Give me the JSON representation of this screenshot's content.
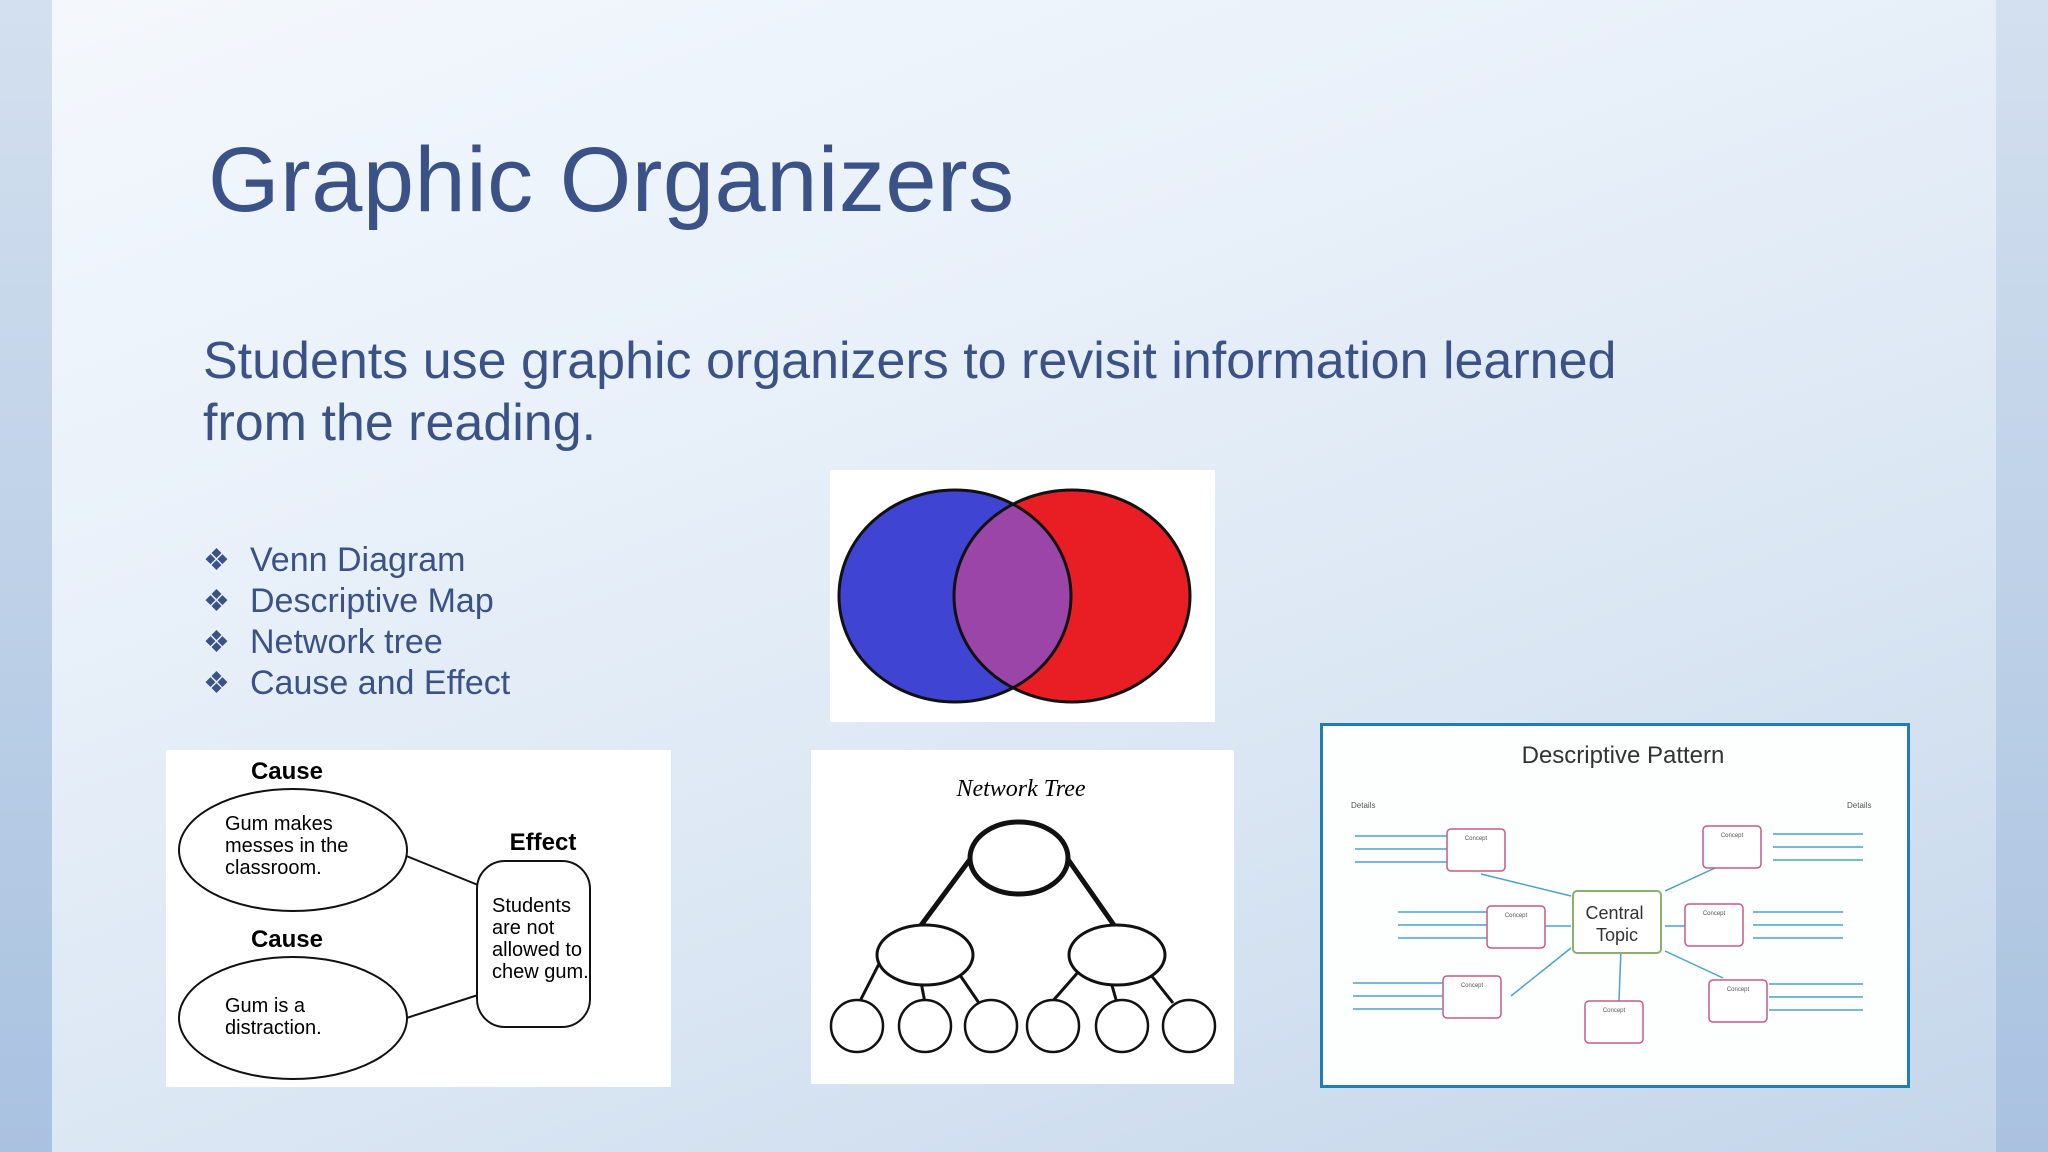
{
  "slide": {
    "title": "Graphic Organizers",
    "subtitle": "Students use graphic organizers to revisit information learned from the reading.",
    "text_color": "#3b5287",
    "bullet_icon": "four-diamond-bullet-icon",
    "bullets": [
      "Venn Diagram",
      "Descriptive Map",
      "Network tree",
      "Cause and Effect"
    ]
  },
  "venn": {
    "left_color": "#3f44d2",
    "right_color": "#e81e24",
    "overlap_color": "#9b45a8"
  },
  "cause_effect": {
    "cause_heading_1": "Cause",
    "cause_text_1": [
      "Gum makes",
      "messes in the",
      "classroom."
    ],
    "cause_heading_2": "Cause",
    "cause_text_2": [
      "Gum is a",
      "distraction."
    ],
    "effect_heading": "Effect",
    "effect_text": [
      "Students",
      "are not",
      "allowed to",
      "chew gum."
    ]
  },
  "network_tree": {
    "title": "Network Tree"
  },
  "descriptive_pattern": {
    "title": "Descriptive Pattern",
    "central": [
      "Central",
      "Topic"
    ],
    "concept_label": "Concept",
    "details_left": "Details",
    "details_right": "Details",
    "border_color": "#1f7fb3",
    "line_color": "#4aa3c7"
  }
}
